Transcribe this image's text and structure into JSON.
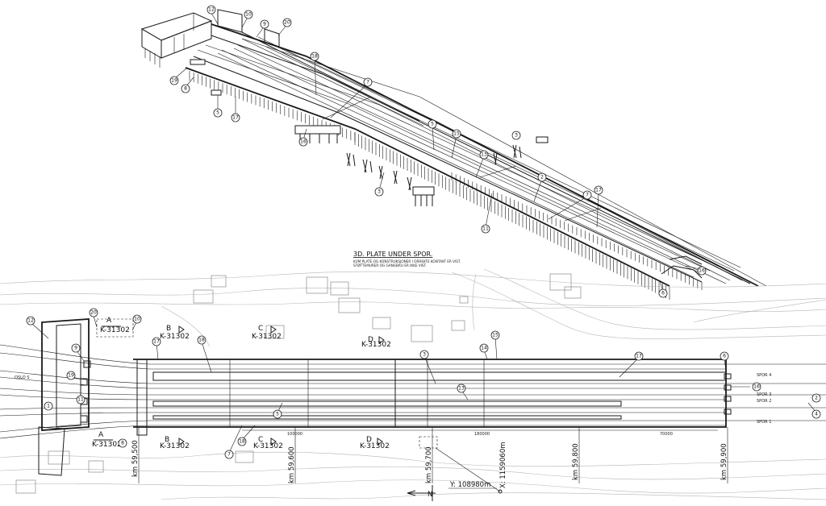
{
  "view3d": {
    "title": "3D. PLATE UNDER SPOR.",
    "note_line1": "KUM PLATE OG KONSTRUKSJONER I ORREKTE KONTAKT ER VIST.",
    "note_line2": "STØTTEMURER OG GANGBRU ER IKKE VIST.",
    "callouts": [
      "12",
      "10",
      "9",
      "20",
      "18",
      "7",
      "19",
      "8",
      "5",
      "17",
      "16",
      "15",
      "5",
      "13",
      "3",
      "3",
      "2",
      "7",
      "17",
      "11",
      "6",
      "16"
    ]
  },
  "plan": {
    "track_labels": [
      "SPOR 4",
      "SPOR 3",
      "SPOR 2",
      "SPOR 1"
    ],
    "place_label": "OSLO S",
    "sections": [
      {
        "letter": "A",
        "ref": "K-31302"
      },
      {
        "letter": "B",
        "ref": "K-31302"
      },
      {
        "letter": "C",
        "ref": "K-31302"
      },
      {
        "letter": "D",
        "ref": "K-31302"
      },
      {
        "letter": "A",
        "ref": "K-31302"
      },
      {
        "letter": "B",
        "ref": "K-31302"
      },
      {
        "letter": "C",
        "ref": "K-31302"
      },
      {
        "letter": "D",
        "ref": "K-31302"
      }
    ],
    "chainages": [
      "km 59,500",
      "km 59,600",
      "km 59,700",
      "km 59,800",
      "km 59,900"
    ],
    "dimensions": [
      "100000",
      "180000",
      "70000"
    ],
    "coord_y": "Y: 108980m",
    "coord_x": "X: 1159060m",
    "north": "N",
    "callouts": [
      "20",
      "12",
      "10",
      "9",
      "19",
      "11",
      "17",
      "18",
      "3",
      "13",
      "14",
      "15",
      "17",
      "6",
      "16",
      "2",
      "5",
      "7",
      "18",
      "8",
      "4",
      "1"
    ]
  }
}
